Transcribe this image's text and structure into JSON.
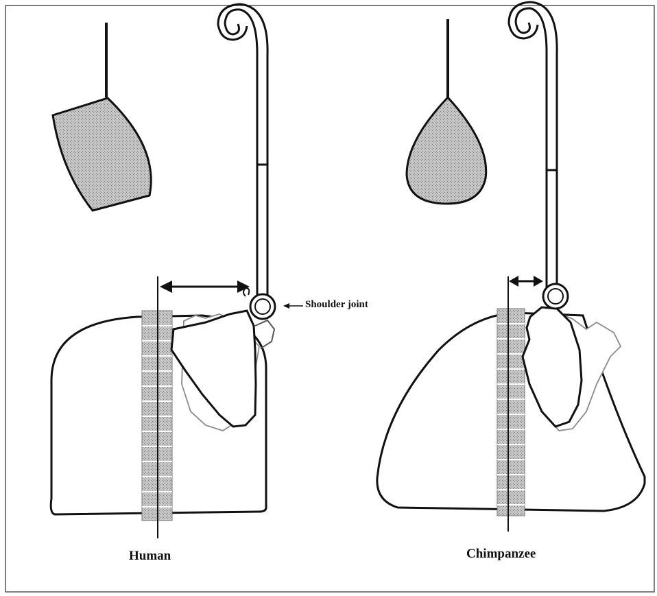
{
  "labels": {
    "human": "Human",
    "chimpanzee": "Chimpanzee",
    "shoulder_joint": "Shoulder joint"
  },
  "colors": {
    "ink": "#111111",
    "fill_gray": "#bdbdbd",
    "scapula_outline": "#888888",
    "background": "#ffffff"
  }
}
